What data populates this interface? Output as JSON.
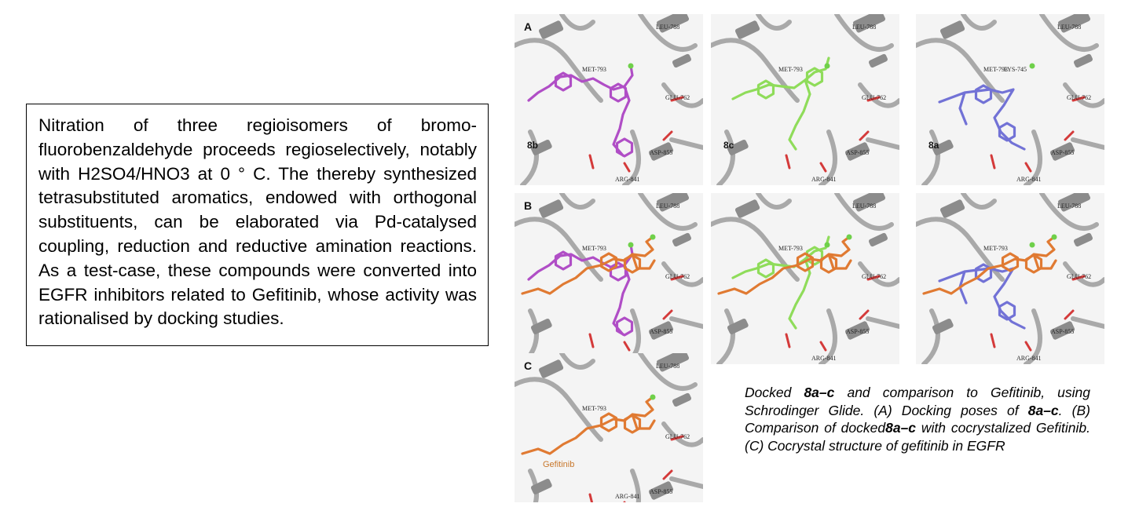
{
  "abstract": {
    "text": "Nitration of three regioisomers of bromo-fluorobenzaldehyde proceeds regioselectively, notably with H2SO4/HNO3 at 0 ° C. The thereby synthesized tetrasubstituted aromatics, endowed with orthogonal substituents, can be elaborated via Pd-catalysed coupling, reduction and reductive amination reactions. As a test-case, these compounds were converted into EGFR inhibitors related to Gefitinib, whose activity was rationalised by docking studies."
  },
  "figure": {
    "panel_letters": {
      "a": "A",
      "b": "B",
      "c": "C"
    },
    "compounds": {
      "p1": "8b",
      "p2": "8c",
      "p3": "8a"
    },
    "residues": {
      "met": "MET-793",
      "leu": "LEU-788",
      "glu": "GLU-762",
      "asp": "ASP-855",
      "arg": "ARG-841",
      "lys": "LYS-745"
    },
    "gefitinib_label": "Gefitinib",
    "colors": {
      "magenta": "#b04ec6",
      "green": "#8fdc5a",
      "blue": "#7272d6",
      "orange": "#e07a32",
      "protein": "#a9a9a9",
      "background": "#f4f4f4"
    }
  },
  "caption": {
    "p1": "Docked ",
    "b1": "8a–c",
    "p2": " and comparison to Gefitinib, using Schrodinger Glide. (A) Docking poses of ",
    "b2": "8a–c",
    "p3": ". (B) Comparison of docked",
    "b3": "8a–c",
    "p4": " with cocrystalized Gefitinib. (C) Cocrystal structure of gefitinib in EGFR"
  }
}
